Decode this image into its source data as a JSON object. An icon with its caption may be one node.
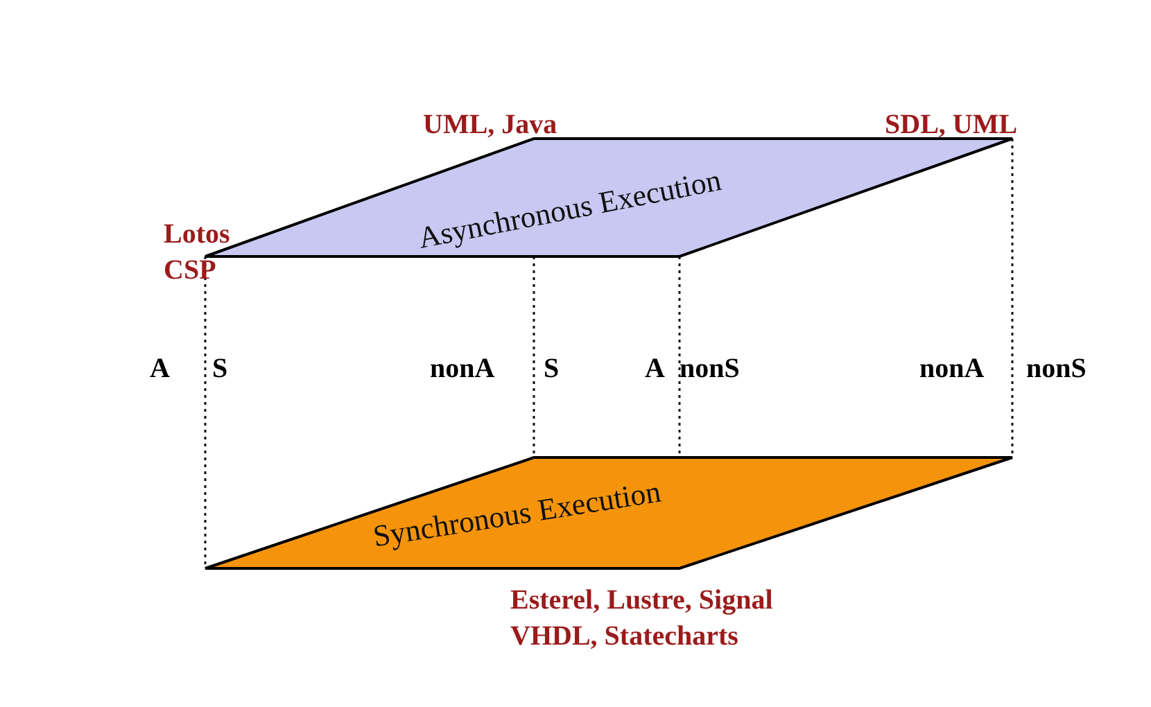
{
  "diagram": {
    "nodes": [
      {
        "text": [
          "Asynchronous Execution"
        ]
      },
      {
        "text": [
          "Synchronous Execution"
        ]
      }
    ],
    "edges": [
      {
        "from": 0,
        "to": 1,
        "arrow": "none",
        "style": "dashed"
      },
      {
        "from": 0,
        "to": 1,
        "arrow": "none",
        "style": "dashed"
      },
      {
        "from": 0,
        "to": 1,
        "arrow": "none",
        "style": "dashed"
      },
      {
        "from": 0,
        "to": 1,
        "arrow": "none",
        "style": "dashed"
      }
    ],
    "labels": [
      "UML, Java",
      "SDL, UML",
      "Lotos CSP",
      "A",
      "S",
      "nonA",
      "S",
      "A",
      "nonS",
      "nonA",
      "nonS",
      "Esterel, Lustre, Signal VHDL, Statecharts"
    ]
  }
}
